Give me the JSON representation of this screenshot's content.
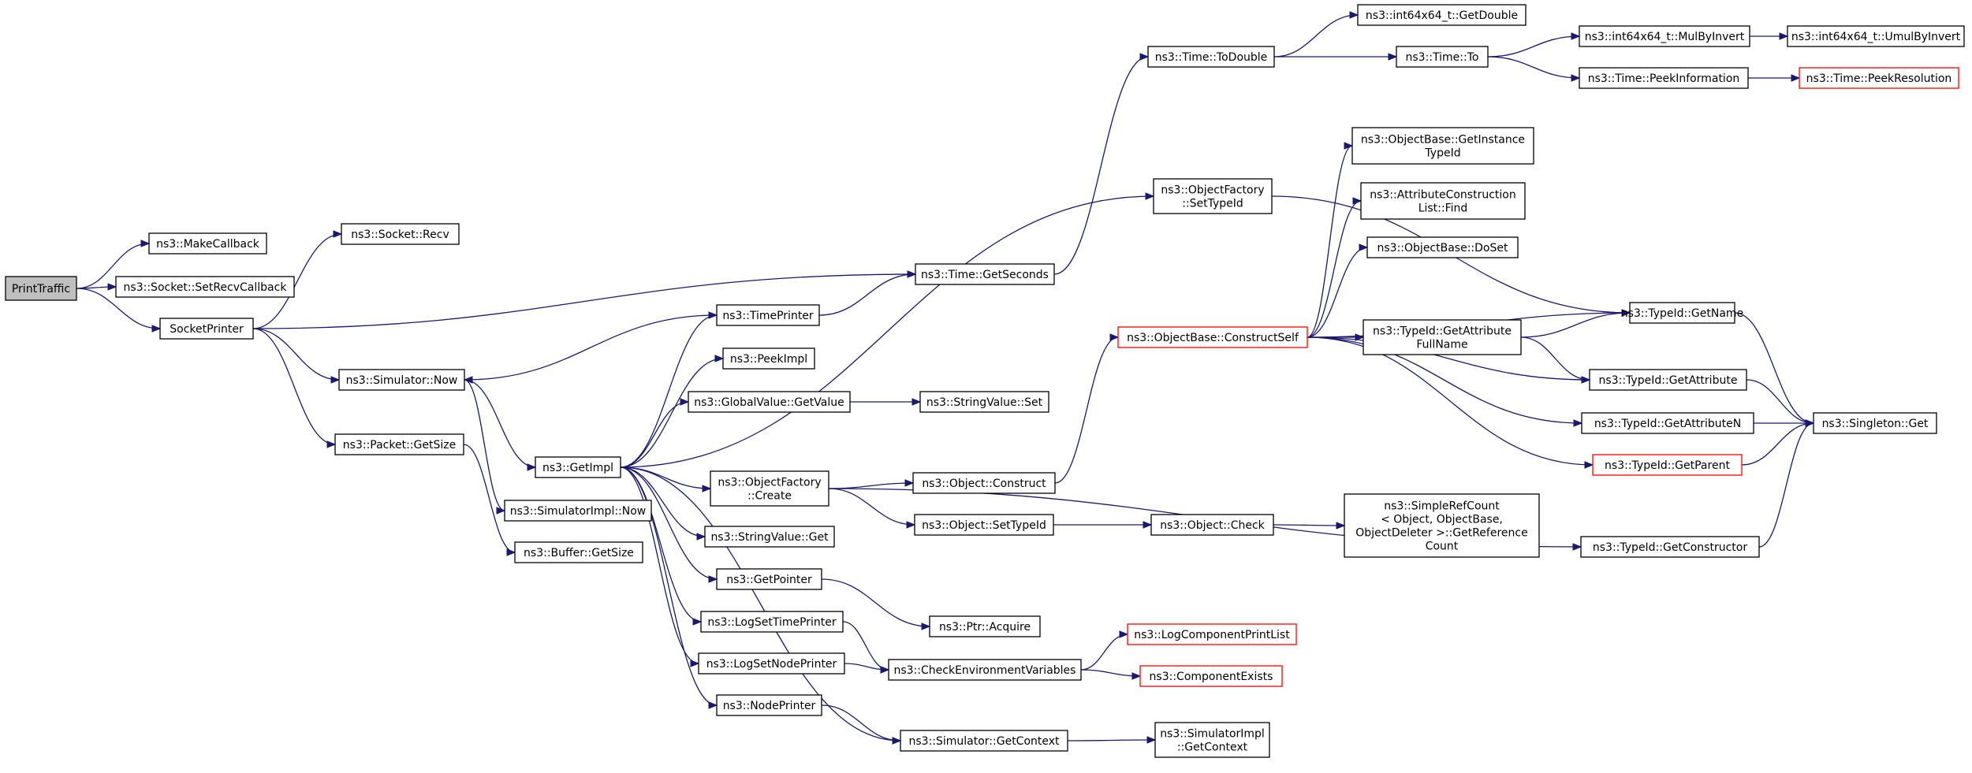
{
  "colors": {
    "edge": "#191970",
    "root_fill": "#bfbfbf",
    "truncated_border": "#ff0000",
    "border": "#000000"
  },
  "nodes": [
    {
      "id": "PrintTraffic",
      "label": [
        "PrintTraffic"
      ],
      "kind": "root"
    },
    {
      "id": "MakeCallback",
      "label": [
        "ns3::MakeCallback"
      ]
    },
    {
      "id": "SetRecvCallback",
      "label": [
        "ns3::Socket::SetRecvCallback"
      ]
    },
    {
      "id": "SocketPrinter",
      "label": [
        "SocketPrinter"
      ]
    },
    {
      "id": "SocketRecv",
      "label": [
        "ns3::Socket::Recv"
      ]
    },
    {
      "id": "SimNow",
      "label": [
        "ns3::Simulator::Now"
      ]
    },
    {
      "id": "PacketGetSize",
      "label": [
        "ns3::Packet::GetSize"
      ]
    },
    {
      "id": "GetImpl",
      "label": [
        "ns3::GetImpl"
      ]
    },
    {
      "id": "SimImplNow",
      "label": [
        "ns3::SimulatorImpl::Now"
      ]
    },
    {
      "id": "BufferGetSize",
      "label": [
        "ns3::Buffer::GetSize"
      ]
    },
    {
      "id": "TimePrinter",
      "label": [
        "ns3::TimePrinter"
      ]
    },
    {
      "id": "PeekImpl",
      "label": [
        "ns3::PeekImpl"
      ]
    },
    {
      "id": "GVGetValue",
      "label": [
        "ns3::GlobalValue::GetValue"
      ]
    },
    {
      "id": "OFCreate",
      "label": [
        "ns3::ObjectFactory",
        "::Create"
      ]
    },
    {
      "id": "SVGet",
      "label": [
        "ns3::StringValue::Get"
      ]
    },
    {
      "id": "GetPointer",
      "label": [
        "ns3::GetPointer"
      ]
    },
    {
      "id": "LogSetTimePrinter",
      "label": [
        "ns3::LogSetTimePrinter"
      ]
    },
    {
      "id": "LogSetNodePrinter",
      "label": [
        "ns3::LogSetNodePrinter"
      ]
    },
    {
      "id": "NodePrinter",
      "label": [
        "ns3::NodePrinter"
      ]
    },
    {
      "id": "TimeGetSeconds",
      "label": [
        "ns3::Time::GetSeconds"
      ]
    },
    {
      "id": "SVSet",
      "label": [
        "ns3::StringValue::Set"
      ]
    },
    {
      "id": "ObjConstruct",
      "label": [
        "ns3::Object::Construct"
      ]
    },
    {
      "id": "ObjSetTypeId",
      "label": [
        "ns3::Object::SetTypeId"
      ]
    },
    {
      "id": "PtrAcquire",
      "label": [
        "ns3::Ptr::Acquire"
      ]
    },
    {
      "id": "CheckEnv",
      "label": [
        "ns3::CheckEnvironmentVariables"
      ]
    },
    {
      "id": "SimGetContext",
      "label": [
        "ns3::Simulator::GetContext"
      ]
    },
    {
      "id": "TimeToDouble",
      "label": [
        "ns3::Time::ToDouble"
      ]
    },
    {
      "id": "OFSetTypeId",
      "label": [
        "ns3::ObjectFactory",
        "::SetTypeId"
      ]
    },
    {
      "id": "ConstructSelf",
      "label": [
        "ns3::ObjectBase::ConstructSelf"
      ],
      "kind": "trunc"
    },
    {
      "id": "ObjCheck",
      "label": [
        "ns3::Object::Check"
      ]
    },
    {
      "id": "LogCompPrintList",
      "label": [
        "ns3::LogComponentPrintList"
      ],
      "kind": "trunc"
    },
    {
      "id": "CompExists",
      "label": [
        "ns3::ComponentExists"
      ],
      "kind": "trunc"
    },
    {
      "id": "SimImplGetContext",
      "label": [
        "ns3::SimulatorImpl",
        "::GetContext"
      ]
    },
    {
      "id": "I64GetDouble",
      "label": [
        "ns3::int64x64_t::GetDouble"
      ]
    },
    {
      "id": "TimeTo",
      "label": [
        "ns3::Time::To"
      ]
    },
    {
      "id": "OBGetInstanceTypeId",
      "label": [
        "ns3::ObjectBase::GetInstance",
        "TypeId"
      ]
    },
    {
      "id": "ACLFind",
      "label": [
        "ns3::AttributeConstruction",
        "List::Find"
      ]
    },
    {
      "id": "OBDoSet",
      "label": [
        "ns3::ObjectBase::DoSet"
      ]
    },
    {
      "id": "TIGetAttrFullName",
      "label": [
        "ns3::TypeId::GetAttribute",
        "FullName"
      ]
    },
    {
      "id": "SRCGetRefCount",
      "label": [
        "ns3::SimpleRefCount",
        "< Object, ObjectBase,",
        "ObjectDeleter >::GetReference",
        "Count"
      ]
    },
    {
      "id": "MulByInvert",
      "label": [
        "ns3::int64x64_t::MulByInvert"
      ]
    },
    {
      "id": "PeekInformation",
      "label": [
        "ns3::Time::PeekInformation"
      ]
    },
    {
      "id": "TIGetName",
      "label": [
        "ns3::TypeId::GetName"
      ]
    },
    {
      "id": "TIGetAttribute",
      "label": [
        "ns3::TypeId::GetAttribute"
      ]
    },
    {
      "id": "TIGetAttributeN",
      "label": [
        "ns3::TypeId::GetAttributeN"
      ]
    },
    {
      "id": "TIGetParent",
      "label": [
        "ns3::TypeId::GetParent"
      ],
      "kind": "trunc"
    },
    {
      "id": "TIGetConstructor",
      "label": [
        "ns3::TypeId::GetConstructor"
      ]
    },
    {
      "id": "UmulByInvert",
      "label": [
        "ns3::int64x64_t::UmulByInvert"
      ]
    },
    {
      "id": "PeekResolution",
      "label": [
        "ns3::Time::PeekResolution"
      ],
      "kind": "trunc"
    },
    {
      "id": "SingletonGet",
      "label": [
        "ns3::Singleton::Get"
      ]
    }
  ],
  "edges": [
    [
      "PrintTraffic",
      "MakeCallback"
    ],
    [
      "PrintTraffic",
      "SetRecvCallback"
    ],
    [
      "PrintTraffic",
      "SocketPrinter"
    ],
    [
      "SocketPrinter",
      "SocketRecv"
    ],
    [
      "SocketPrinter",
      "SimNow"
    ],
    [
      "SocketPrinter",
      "PacketGetSize"
    ],
    [
      "SocketPrinter",
      "TimeGetSeconds"
    ],
    [
      "SimNow",
      "GetImpl"
    ],
    [
      "SimNow",
      "SimImplNow"
    ],
    [
      "PacketGetSize",
      "BufferGetSize"
    ],
    [
      "GetImpl",
      "TimePrinter"
    ],
    [
      "GetImpl",
      "PeekImpl"
    ],
    [
      "GetImpl",
      "GVGetValue"
    ],
    [
      "GetImpl",
      "OFCreate"
    ],
    [
      "GetImpl",
      "SVGet"
    ],
    [
      "GetImpl",
      "GetPointer"
    ],
    [
      "GetImpl",
      "LogSetTimePrinter"
    ],
    [
      "GetImpl",
      "LogSetNodePrinter"
    ],
    [
      "GetImpl",
      "NodePrinter"
    ],
    [
      "GetImpl",
      "OFSetTypeId"
    ],
    [
      "GetImpl",
      "SimGetContext"
    ],
    [
      "TimePrinter",
      "SimNow"
    ],
    [
      "TimePrinter",
      "TimeGetSeconds"
    ],
    [
      "GVGetValue",
      "SVSet"
    ],
    [
      "OFCreate",
      "ObjConstruct"
    ],
    [
      "OFCreate",
      "ObjSetTypeId"
    ],
    [
      "OFCreate",
      "TIGetConstructor"
    ],
    [
      "GetPointer",
      "PtrAcquire"
    ],
    [
      "LogSetTimePrinter",
      "CheckEnv"
    ],
    [
      "LogSetNodePrinter",
      "CheckEnv"
    ],
    [
      "NodePrinter",
      "SimGetContext"
    ],
    [
      "TimeGetSeconds",
      "TimeToDouble"
    ],
    [
      "ObjConstruct",
      "ConstructSelf"
    ],
    [
      "ObjSetTypeId",
      "ObjCheck"
    ],
    [
      "CheckEnv",
      "LogCompPrintList"
    ],
    [
      "CheckEnv",
      "CompExists"
    ],
    [
      "SimGetContext",
      "SimImplGetContext"
    ],
    [
      "TimeToDouble",
      "I64GetDouble"
    ],
    [
      "TimeToDouble",
      "TimeTo"
    ],
    [
      "OFSetTypeId",
      "TIGetName"
    ],
    [
      "ConstructSelf",
      "OBGetInstanceTypeId"
    ],
    [
      "ConstructSelf",
      "ACLFind"
    ],
    [
      "ConstructSelf",
      "OBDoSet"
    ],
    [
      "ConstructSelf",
      "TIGetAttrFullName"
    ],
    [
      "ConstructSelf",
      "TIGetName"
    ],
    [
      "ConstructSelf",
      "TIGetAttribute"
    ],
    [
      "ConstructSelf",
      "TIGetAttributeN"
    ],
    [
      "ConstructSelf",
      "TIGetParent"
    ],
    [
      "ObjCheck",
      "SRCGetRefCount"
    ],
    [
      "TimeTo",
      "MulByInvert"
    ],
    [
      "TimeTo",
      "PeekInformation"
    ],
    [
      "MulByInvert",
      "UmulByInvert"
    ],
    [
      "PeekInformation",
      "PeekResolution"
    ],
    [
      "TIGetAttrFullName",
      "TIGetName"
    ],
    [
      "TIGetAttrFullName",
      "TIGetAttribute"
    ],
    [
      "TIGetName",
      "SingletonGet"
    ],
    [
      "TIGetAttribute",
      "SingletonGet"
    ],
    [
      "TIGetAttributeN",
      "SingletonGet"
    ],
    [
      "TIGetParent",
      "SingletonGet"
    ],
    [
      "TIGetConstructor",
      "SingletonGet"
    ]
  ]
}
